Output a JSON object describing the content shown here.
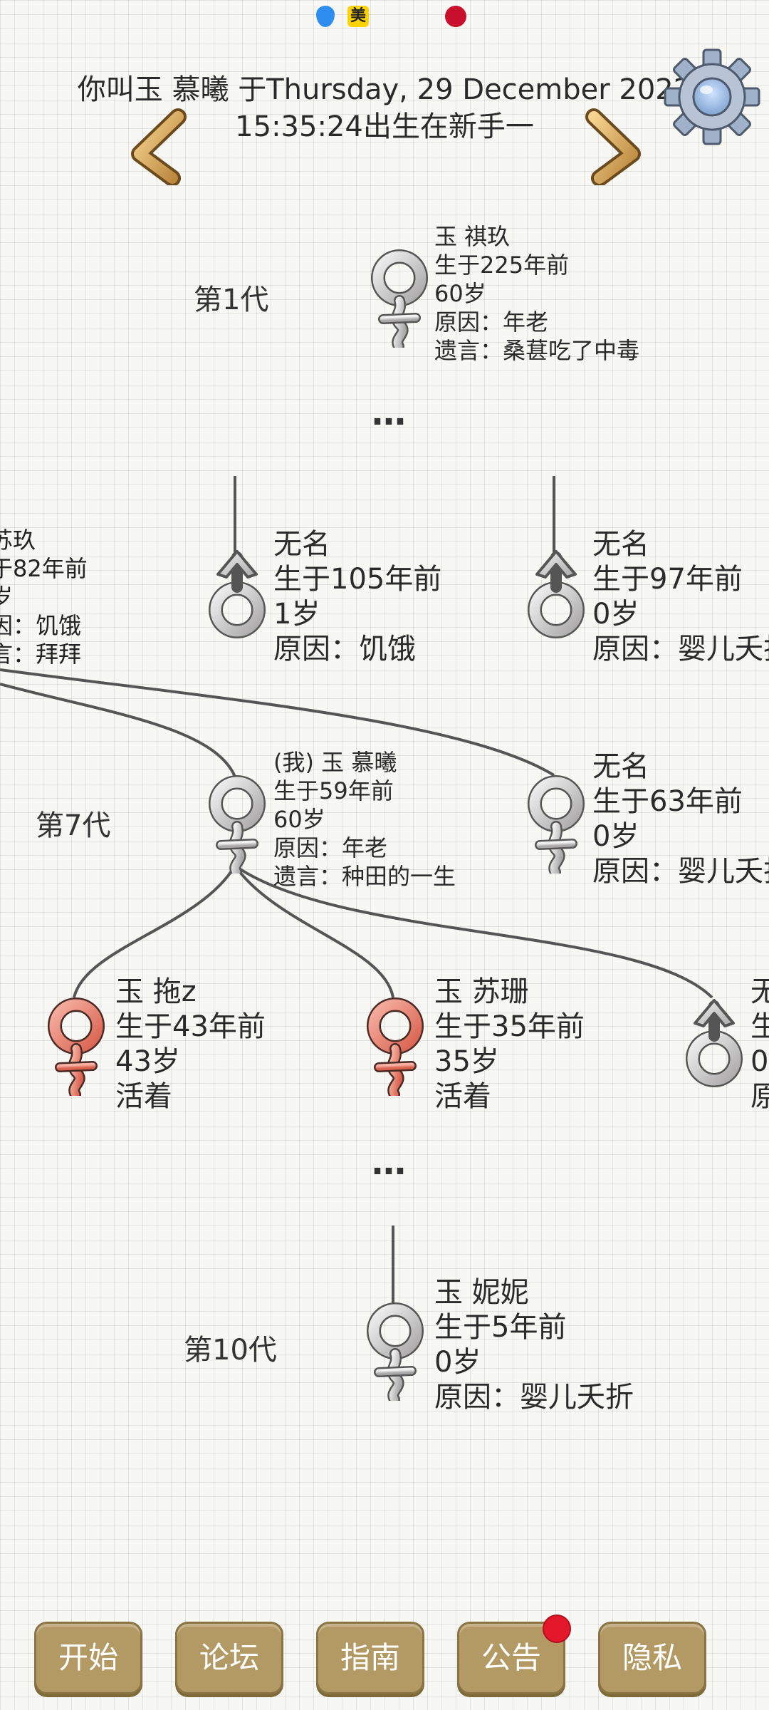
{
  "header": {
    "title_line1": "你叫玉 慕曦 于Thursday, 29 December 2022",
    "title_line2": "15:35:24出生在新手一"
  },
  "status_bar": {
    "mei_glyph": "美"
  },
  "icons": {
    "prev": "chevron-left-icon",
    "next": "chevron-right-icon",
    "settings": "gear-icon",
    "female": "female-symbol-icon",
    "male": "male-symbol-icon"
  },
  "colors": {
    "deceased_symbol": "#c9c7c7",
    "living_symbol": "#e8806e",
    "nav_button": "#b39a64",
    "badge": "#e3182b"
  },
  "tree": {
    "ellipsis": "…",
    "gen1": {
      "label": "第1代",
      "person": {
        "lines": [
          "玉 祺玖",
          "生于225年前",
          "60岁",
          "原因：年老",
          "遗言：桑葚吃了中毒"
        ]
      }
    },
    "gen_mid": {
      "left_partial": {
        "lines": [
          "苏玖",
          "于82年前",
          "岁",
          "因：饥饿",
          "言：拜拜"
        ]
      },
      "male1": {
        "lines": [
          "无名",
          "生于105年前",
          "1岁",
          "原因：饥饿"
        ]
      },
      "male2": {
        "lines": [
          "无名",
          "生于97年前",
          "0岁",
          "原因：婴儿夭折"
        ]
      }
    },
    "gen7": {
      "label": "第7代",
      "me": {
        "lines": [
          "(我) 玉 慕曦",
          "生于59年前",
          "60岁",
          "原因：年老",
          "遗言：种田的一生"
        ]
      },
      "sibling": {
        "lines": [
          "无名",
          "生于63年前",
          "0岁",
          "原因：婴儿夭折"
        ]
      }
    },
    "gen8": {
      "child1": {
        "lines": [
          "玉 拖z",
          "生于43年前",
          "43岁",
          "活着"
        ]
      },
      "child2": {
        "lines": [
          "玉 苏珊",
          "生于35年前",
          "35岁",
          "活着"
        ]
      },
      "child3": {
        "lines": [
          "无",
          "生",
          "0",
          "原"
        ]
      }
    },
    "gen10": {
      "label": "第10代",
      "person": {
        "lines": [
          "玉 妮妮",
          "生于5年前",
          "0岁",
          "原因：婴儿夭折"
        ]
      }
    }
  },
  "nav": {
    "start": "开始",
    "forum": "论坛",
    "guide": "指南",
    "notice": "公告",
    "privacy": "隐私"
  }
}
